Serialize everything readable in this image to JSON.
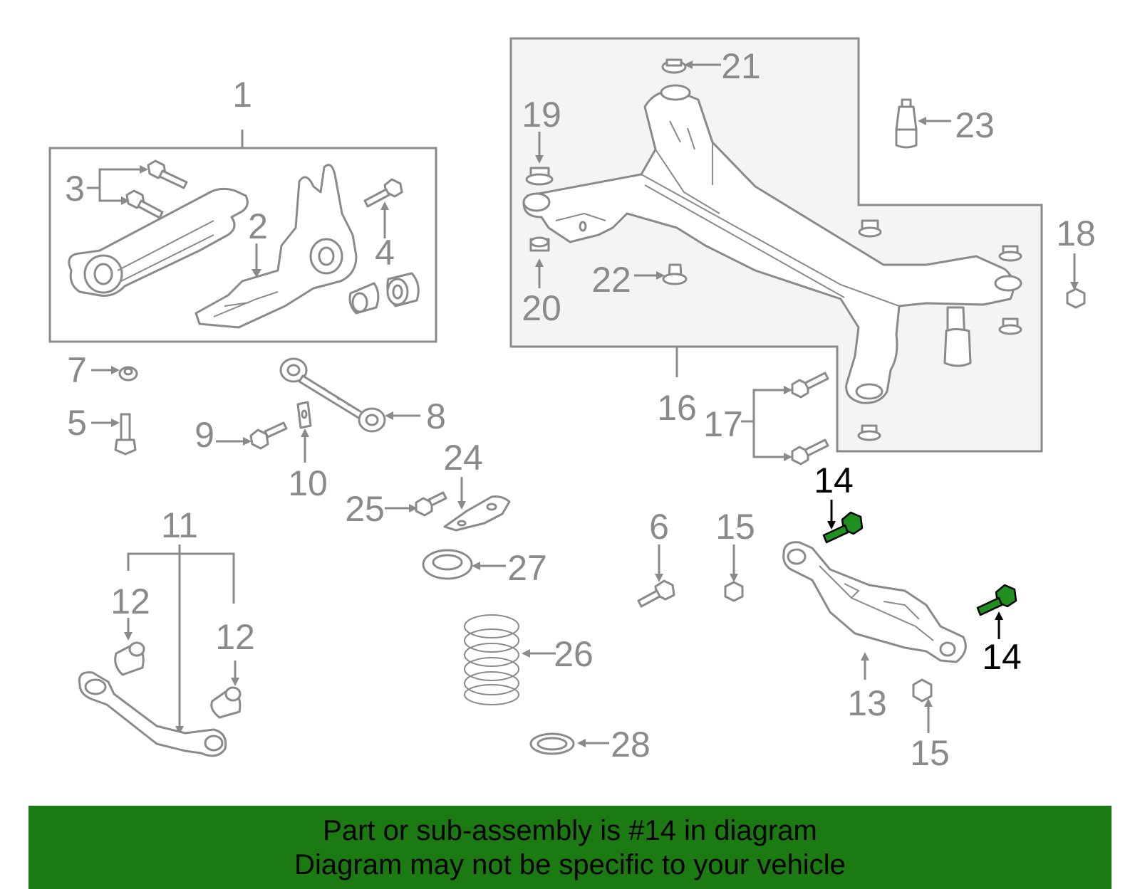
{
  "diagram": {
    "labels": {
      "l1": "1",
      "l2": "2",
      "l3": "3",
      "l4": "4",
      "l5": "5",
      "l6": "6",
      "l7": "7",
      "l8": "8",
      "l9": "9",
      "l10": "10",
      "l11": "11",
      "l12a": "12",
      "l12b": "12",
      "l13": "13",
      "l14a": "14",
      "l14b": "14",
      "l15a": "15",
      "l15b": "15",
      "l16": "16",
      "l17": "17",
      "l18": "18",
      "l19": "19",
      "l20": "20",
      "l21": "21",
      "l22": "22",
      "l23": "23",
      "l24": "24",
      "l25": "25",
      "l26": "26",
      "l27": "27",
      "l28": "28"
    },
    "highlight_color": "#1f8f1f",
    "line_color": "#8a8a8a"
  },
  "banner": {
    "line1": "Part or sub-assembly is #14 in diagram",
    "line2": "Diagram may not be specific to your vehicle",
    "background": "#1b7a12"
  }
}
